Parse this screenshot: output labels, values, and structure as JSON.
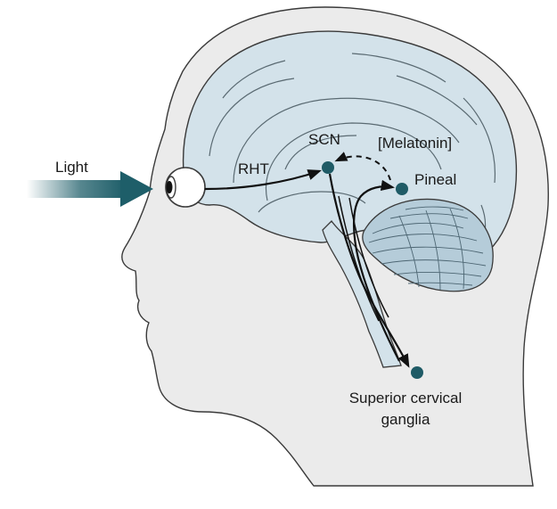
{
  "labels": {
    "light": "Light",
    "rht": "RHT",
    "scn": "SCN",
    "melatonin": "[Melatonin]",
    "pineal": "Pineal",
    "ganglia_line1": "Superior cervical",
    "ganglia_line2": "ganglia"
  },
  "colors": {
    "head_fill": "#ebebeb",
    "brain_fill": "#d3e2ea",
    "cerebellum_fill": "#b5ccd9",
    "node_teal": "#1f5b66",
    "light_arrow": "#1e5e69",
    "outline": "#3a3a3a",
    "pathway": "#111111"
  },
  "icons": {
    "eye": "eye-icon"
  }
}
